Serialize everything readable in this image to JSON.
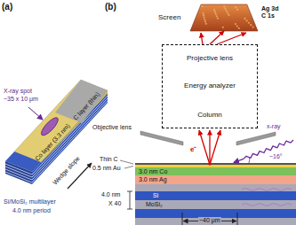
{
  "diagram": {
    "nodes": [
      {
        "text": [
          "Screen",
          "Ag 3d C 1s"
        ]
      },
      {
        "text": [
          "Projective lens",
          "Energy analyzer",
          "Column"
        ]
      }
    ],
    "edges": [
      {
        "from": 1,
        "to": 0,
        "arrow": "to"
      }
    ],
    "labels": [
      "(a)",
      "X-ray spot",
      "~35 x 10 μm",
      "Co layer (3.3 nm)",
      "C layer (thin)",
      "Wedge slope",
      "Si/MoSi₂ multilayer",
      "4.0 nm period",
      "(b)",
      "Objective lens",
      "e⁻",
      "x-ray",
      "~16°",
      "Thin C",
      "0.5 nm Au",
      "3.0 nm Co",
      "3.0 nm Ag",
      "4.0 nm",
      "X 40",
      "Si",
      "MoSi₂",
      "~40 μm"
    ]
  }
}
